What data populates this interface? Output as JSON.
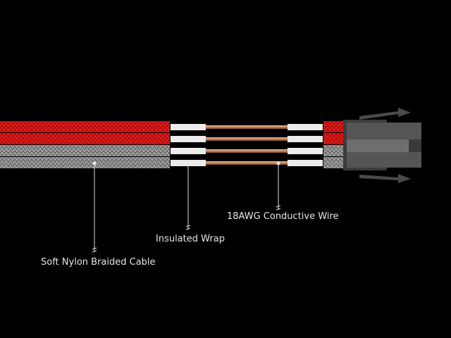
{
  "labels": {
    "braided": "Soft Nylon Braided Cable",
    "insulation": "Insulated Wrap",
    "wire": "18AWG Conductive Wire"
  },
  "colors": {
    "red_braid": "#c81010",
    "grey_braid": "#8a8a8a",
    "insulation": "#ececec",
    "copper": "#c98a5e",
    "connector": "#555555"
  },
  "wires": [
    "red",
    "red",
    "grey",
    "grey"
  ]
}
